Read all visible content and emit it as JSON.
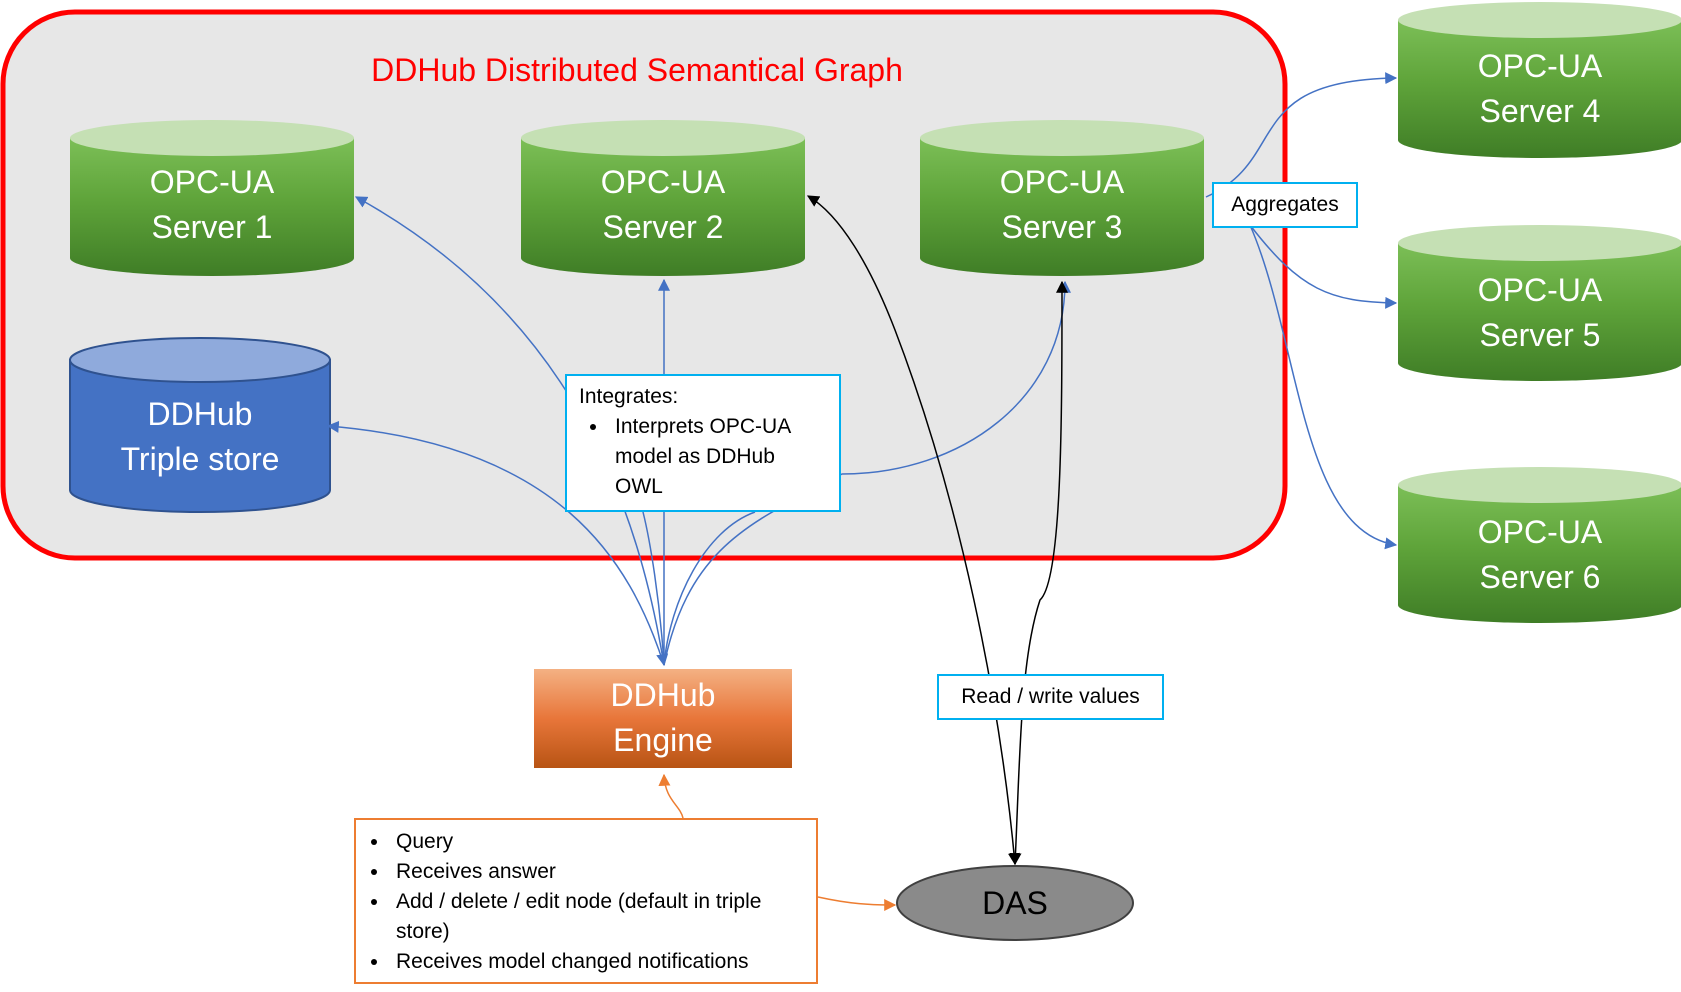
{
  "title": "DDHub Distributed Semantical Graph",
  "colors": {
    "region_border": "#ff0000",
    "region_fill": "#e7e7e7",
    "title": "#ff0000",
    "server_green_top": "#c5e0b4",
    "server_green_dark": "#4a8a2e",
    "triple_store_blue": "#4472c4",
    "engine_orange": "#e8763a",
    "das_gray": "#8a8a8a",
    "callout_blue_border": "#00b0f0",
    "callout_orange_border": "#ed7d31",
    "arrow_blue": "#4472c4",
    "arrow_black": "#000000",
    "arrow_orange": "#ed7d31"
  },
  "servers": [
    {
      "line1": "OPC-UA",
      "line2": "Server 1"
    },
    {
      "line1": "OPC-UA",
      "line2": "Server 2"
    },
    {
      "line1": "OPC-UA",
      "line2": "Server 3"
    },
    {
      "line1": "OPC-UA",
      "line2": "Server 4"
    },
    {
      "line1": "OPC-UA",
      "line2": "Server 5"
    },
    {
      "line1": "OPC-UA",
      "line2": "Server 6"
    }
  ],
  "triple_store": {
    "line1": "DDHub",
    "line2": "Triple store"
  },
  "engine": {
    "line1": "DDHub",
    "line2": "Engine"
  },
  "das": {
    "label": "DAS"
  },
  "integrates": {
    "heading": "Integrates:",
    "items": [
      "Interprets OPC-UA model as DDHub OWL"
    ]
  },
  "aggregates_label": "Aggregates",
  "read_write_label": "Read / write values",
  "das_actions": [
    "Query",
    "Receives answer",
    "Add / delete / edit node (default in triple store)",
    "Receives model changed notifications"
  ]
}
